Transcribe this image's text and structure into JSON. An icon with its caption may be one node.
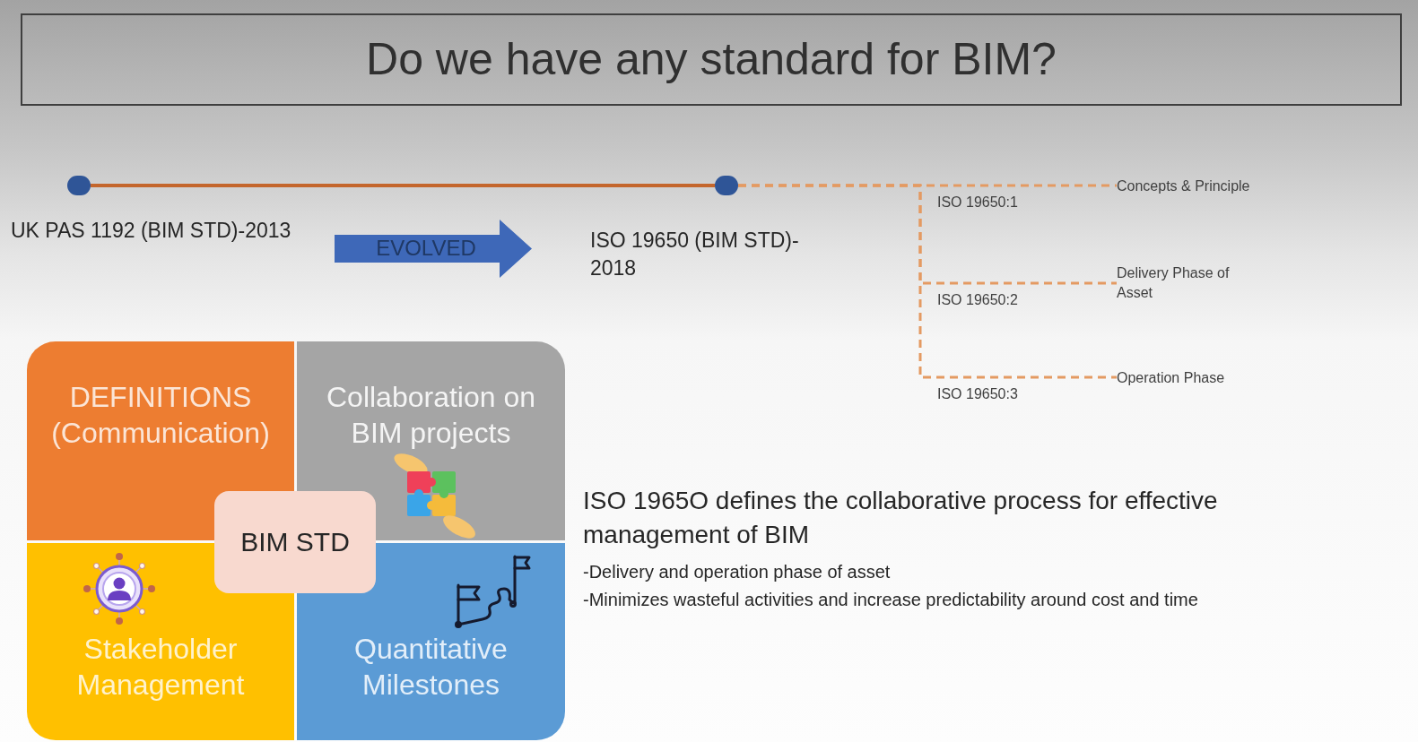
{
  "diagram": {
    "title": "Do we have any standard for BIM?",
    "nodes": [
      {
        "text": [],
        "shape": "circle",
        "beside": [
          "UK PAS 1192 (BIM STD)-2013"
        ]
      },
      {
        "text": [
          "EVOLVED"
        ]
      },
      {
        "text": [],
        "shape": "circle",
        "beside": [
          "ISO 19650 (BIM STD)-2018"
        ]
      },
      {
        "text": [
          "Concepts & Principle"
        ]
      },
      {
        "text": [
          "Delivery Phase of Asset"
        ]
      },
      {
        "text": [
          "Operation Phase"
        ]
      },
      {
        "text": [
          "DEFINITIONS (Communication)"
        ]
      },
      {
        "text": [
          "Collaboration on BIM projects"
        ]
      },
      {
        "text": [
          "BIM STD"
        ]
      },
      {
        "text": [
          "Stakeholder Management"
        ]
      },
      {
        "text": [
          "Quantitative Milestones"
        ]
      }
    ],
    "edges": [
      {
        "from": 0,
        "to": 2,
        "arrow": "none"
      },
      {
        "from": 2,
        "to": 3,
        "arrow": "none",
        "style": "dashed",
        "label": "ISO 19650:1"
      },
      {
        "from": 2,
        "to": 4,
        "arrow": "none",
        "style": "dashed",
        "label": "ISO 19650:2"
      },
      {
        "from": 2,
        "to": 5,
        "arrow": "none",
        "style": "dashed",
        "label": "ISO 19650:3"
      }
    ],
    "labels": [
      "ISO 1965O defines the collaborative process for effective management of BIM",
      "-Delivery and operation phase of asset",
      "-Minimizes wasteful activities and increase predictability around cost and time"
    ]
  }
}
